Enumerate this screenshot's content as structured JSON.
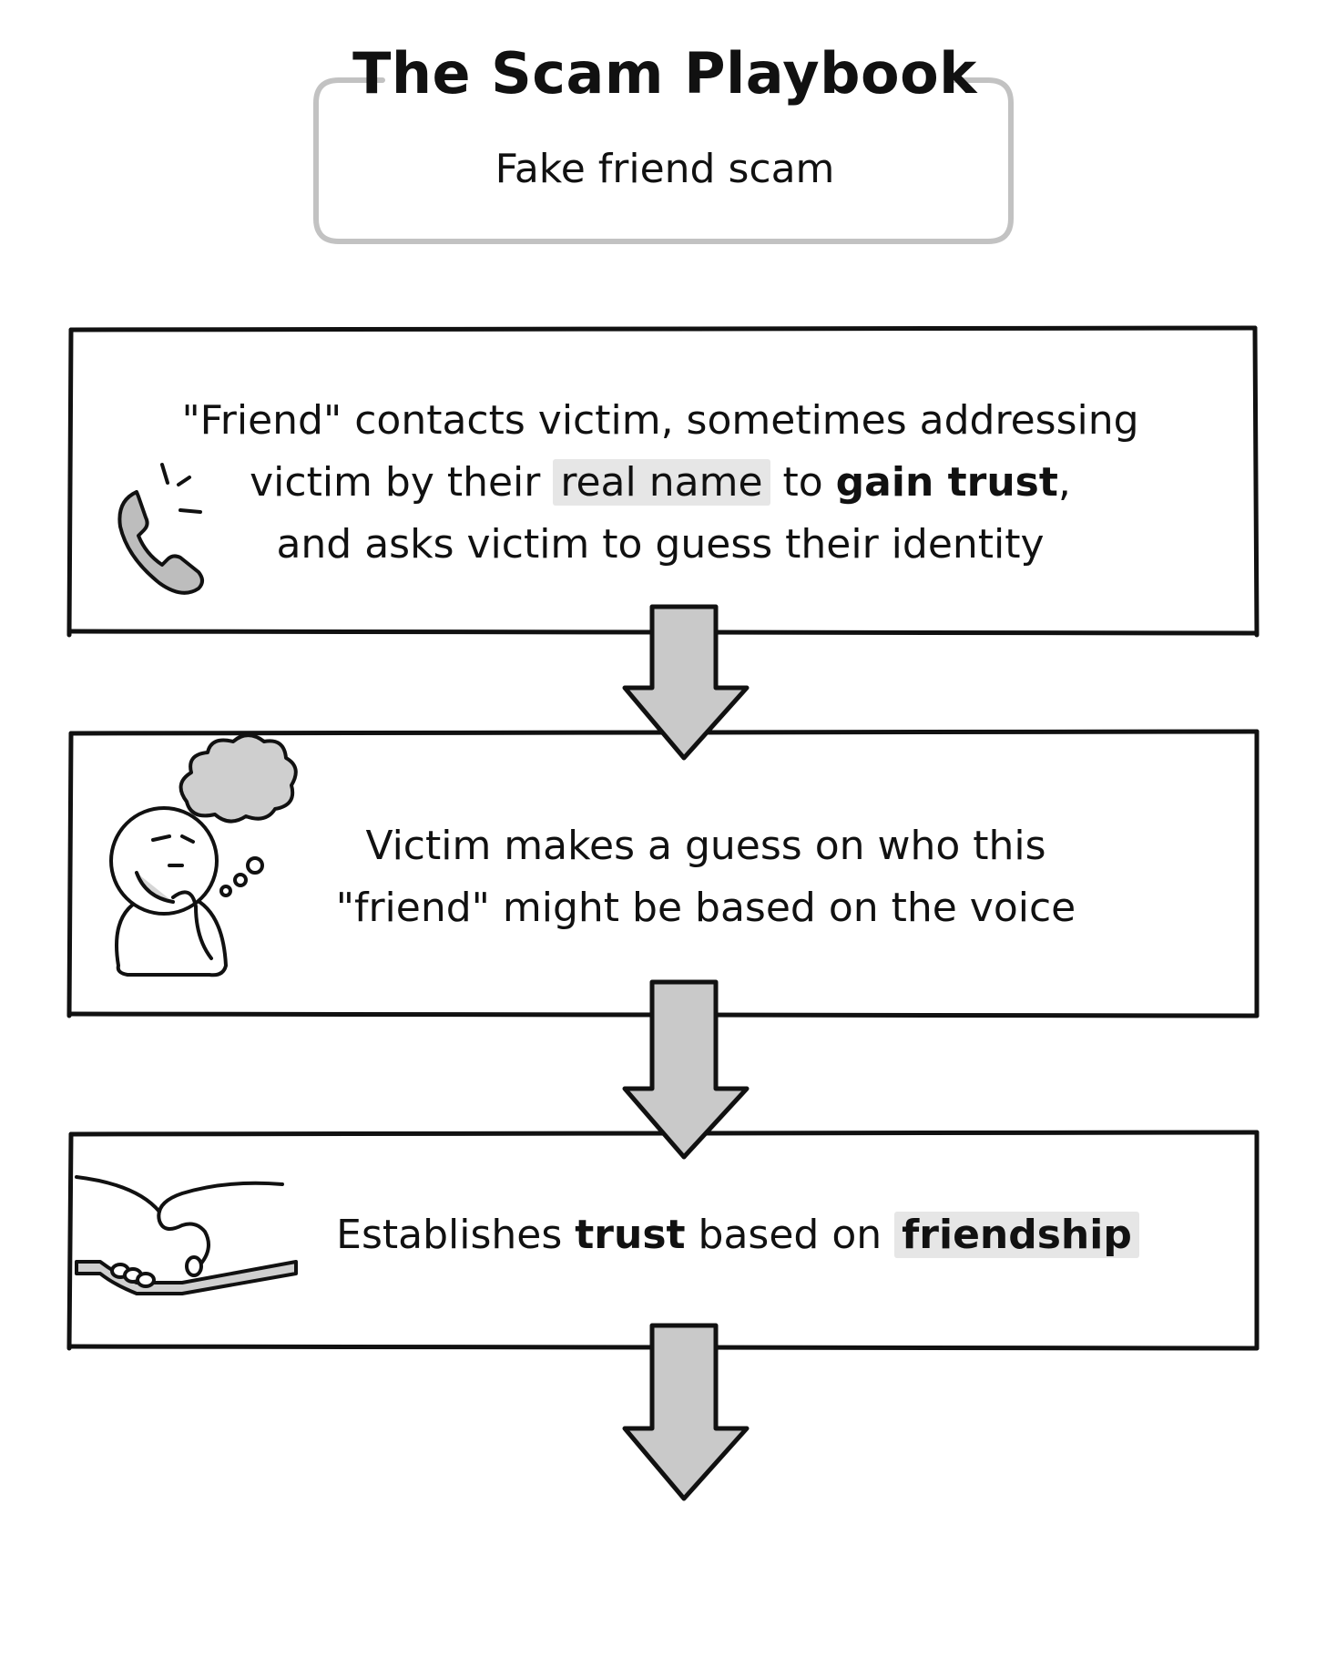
{
  "header": {
    "title": "The Scam Playbook",
    "subtitle": "Fake friend scam"
  },
  "steps": [
    {
      "icon": "phone-icon",
      "line1": "\"Friend\" contacts victim, sometimes addressing",
      "line2_pre": "victim by their ",
      "line2_highlight": "real name",
      "line2_mid": " to ",
      "line2_bold": "gain trust",
      "line2_post": ",",
      "line3": "and asks victim to guess their identity"
    },
    {
      "icon": "thinking-person-icon",
      "line1": "Victim makes a guess on who this",
      "line2": "\"friend\" might be based on the voice"
    },
    {
      "icon": "handshake-icon",
      "pre": "Establishes ",
      "bold": "trust",
      "mid": " based on ",
      "highlight": "friendship"
    }
  ],
  "colors": {
    "ink": "#111111",
    "arrow_fill": "#c9c9c9",
    "title_frame": "#c2c2c2",
    "highlight": "#e6e6e6"
  }
}
